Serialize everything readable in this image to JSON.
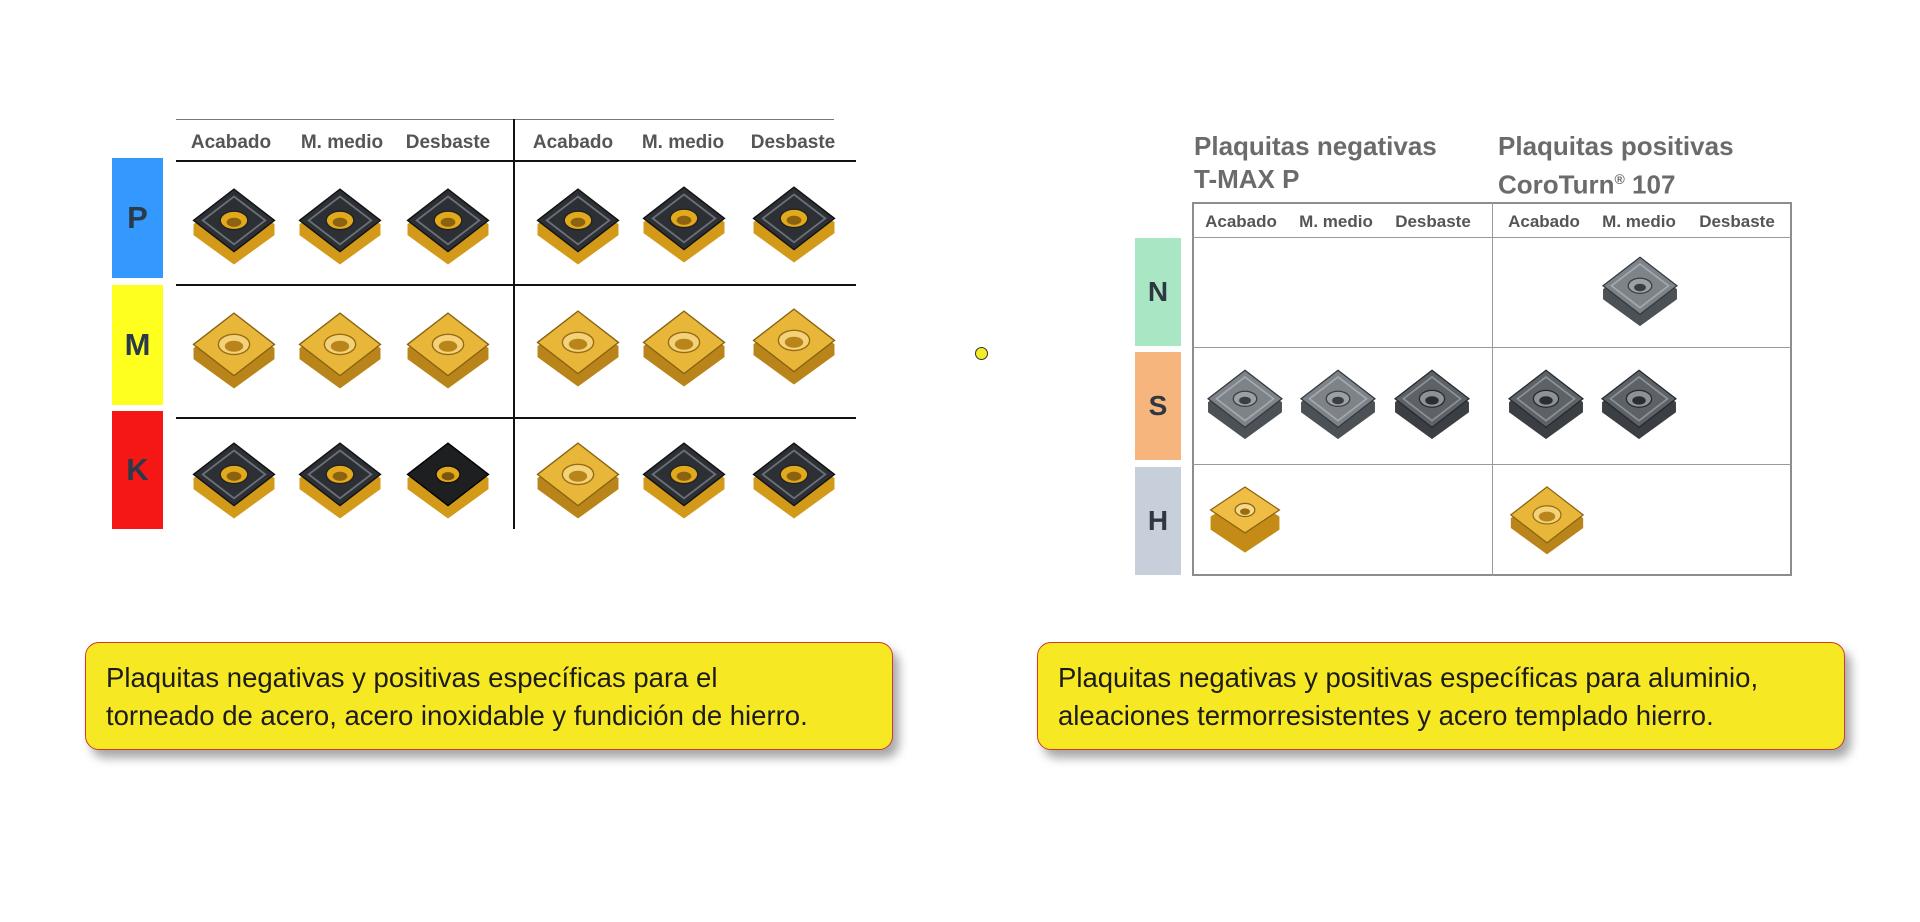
{
  "left_table": {
    "headers": [
      "Acabado",
      "M. medio",
      "Desbaste",
      "Acabado",
      "M. medio",
      "Desbaste"
    ],
    "materials": [
      {
        "label": "P",
        "color": "#3399ff"
      },
      {
        "label": "M",
        "color": "#ffff1f"
      },
      {
        "label": "K",
        "color": "#f51616"
      }
    ]
  },
  "right_table": {
    "title_negative": {
      "line1": "Plaquitas negativas",
      "line2": "T-MAX P"
    },
    "title_positive": {
      "line1": "Plaquitas positivas",
      "line2": "CoroTurn",
      "reg": "®",
      "line2_suffix": " 107"
    },
    "headers": [
      "Acabado",
      "M. medio",
      "Desbaste",
      "Acabado",
      "M. medio",
      "Desbaste"
    ],
    "materials": [
      {
        "label": "N",
        "color": "#a9e6c3"
      },
      {
        "label": "S",
        "color": "#f5b57c"
      },
      {
        "label": "H",
        "color": "#c7d0da"
      }
    ]
  },
  "notes": {
    "left": {
      "line1": "Plaquitas negativas y positivas específicas para el",
      "line2": "torneado de acero, acero inoxidable y fundición de hierro."
    },
    "right": {
      "line1": "Plaquitas negativas y positivas específicas para aluminio,",
      "line2": "aleaciones termorresistentes y acero templado hierro."
    }
  },
  "colors": {
    "note_bg": "#f7e824",
    "note_border": "#d23a2e",
    "gold": "#e3a91c",
    "dark_steel": "#2c2f33",
    "grey_steel": "#6e7378"
  }
}
